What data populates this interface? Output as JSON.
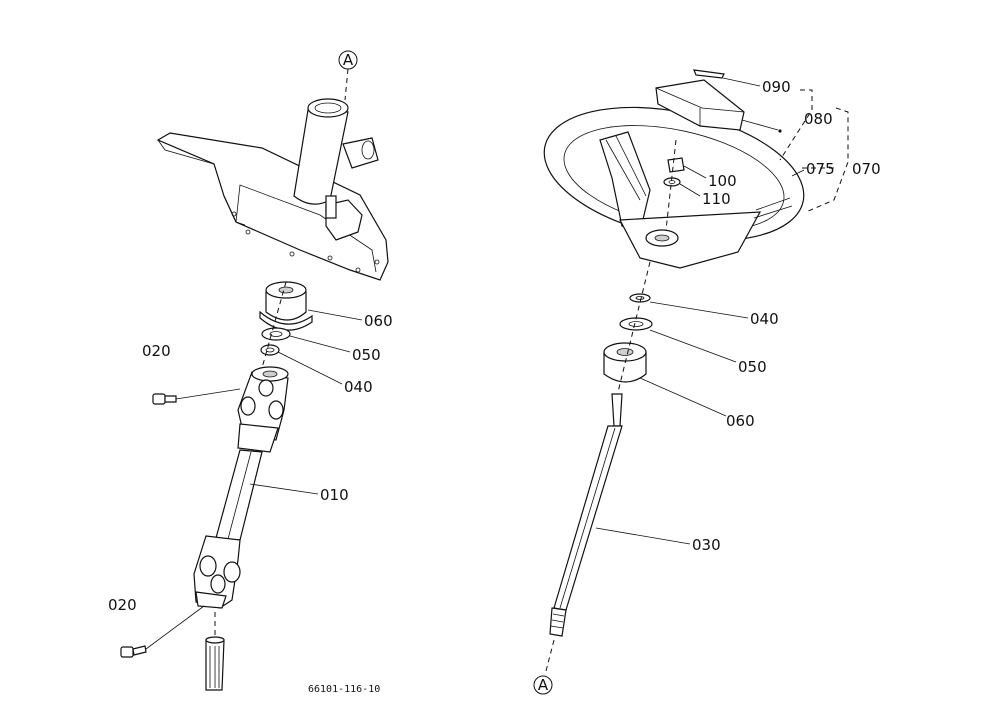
{
  "diagram": {
    "figure_code": "66101-116-10",
    "ref_marker": "A",
    "part_numbers": {
      "shaft_assembly": "010",
      "bolt_upper": "020",
      "bolt_lower": "020",
      "steering_shaft": "030",
      "nut_left": "040",
      "nut_right": "040",
      "washer_left": "050",
      "washer_right": "050",
      "bushing_left": "060",
      "bushing_right": "060",
      "wheel_assembly": "070",
      "steering_wheel": "075",
      "cap": "080",
      "emblem": "090",
      "nut_center": "100",
      "washer_center": "110"
    }
  }
}
